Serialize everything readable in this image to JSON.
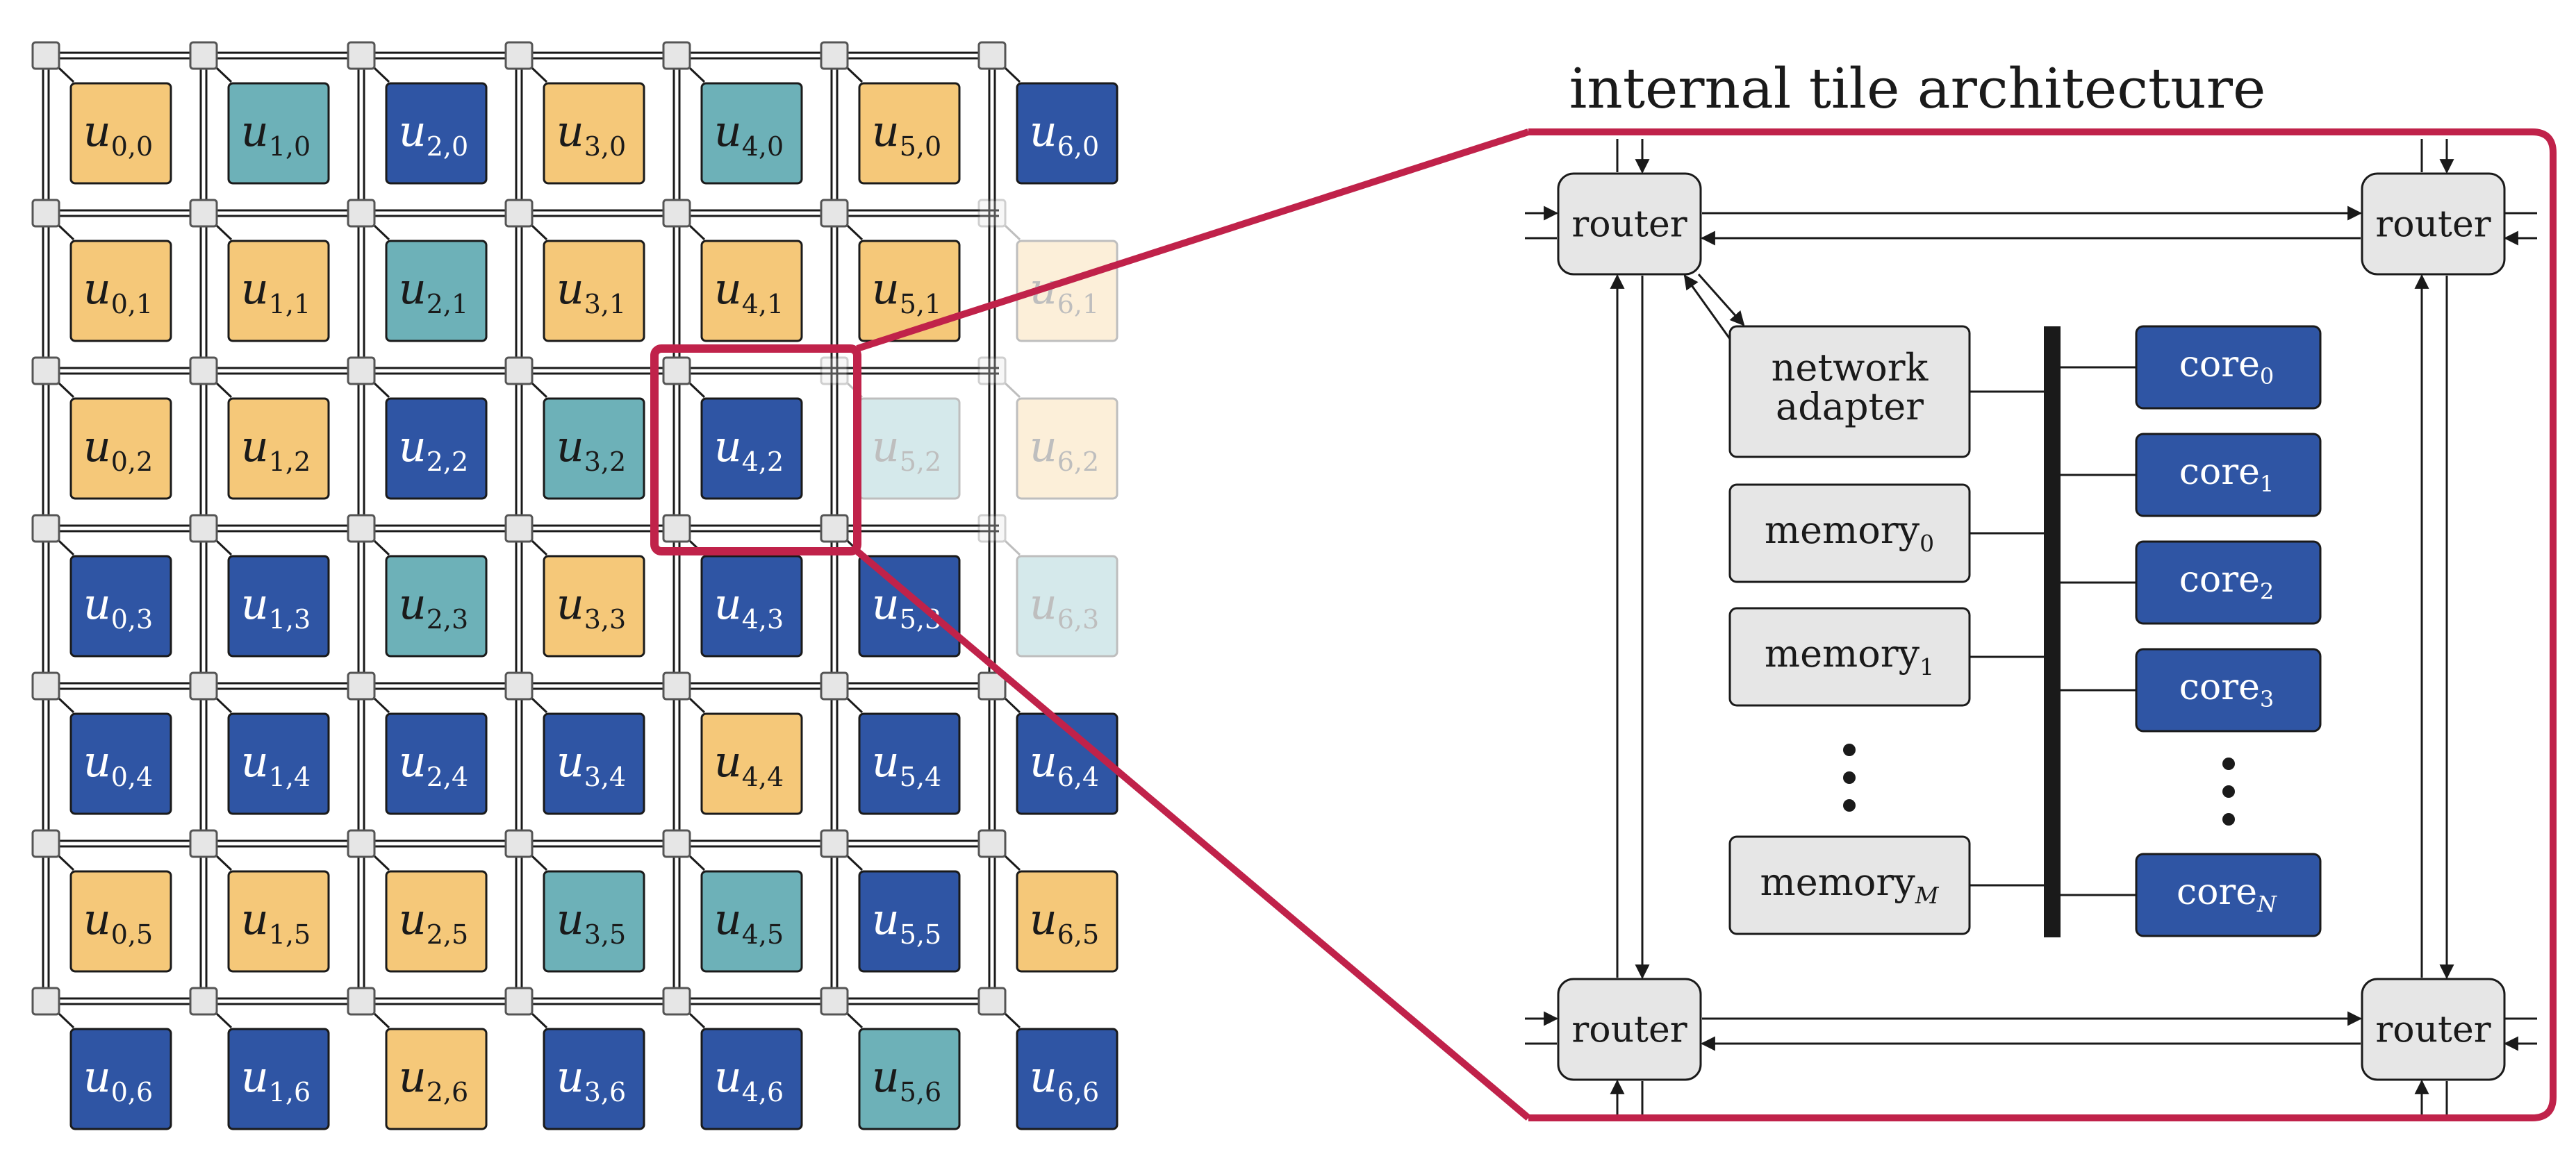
{
  "title": "internal tile architecture",
  "colors": {
    "orange": "#F5C879",
    "teal": "#6DB1B8",
    "blue": "#2F55A4",
    "router_fill": "#E6E6E6",
    "component_fill": "#E6E6E6",
    "highlight": "#C0224A",
    "line": "#1a1a1a"
  },
  "grid": {
    "rows": [
      {
        "cells": [
          {
            "label": "u",
            "sub": "0,0",
            "color": "orange"
          },
          {
            "label": "u",
            "sub": "1,0",
            "color": "teal"
          },
          {
            "label": "u",
            "sub": "2,0",
            "color": "blue"
          },
          {
            "label": "u",
            "sub": "3,0",
            "color": "orange"
          },
          {
            "label": "u",
            "sub": "4,0",
            "color": "teal"
          },
          {
            "label": "u",
            "sub": "5,0",
            "color": "orange"
          },
          {
            "label": "u",
            "sub": "6,0",
            "color": "blue"
          }
        ]
      },
      {
        "cells": [
          {
            "label": "u",
            "sub": "0,1",
            "color": "orange"
          },
          {
            "label": "u",
            "sub": "1,1",
            "color": "orange"
          },
          {
            "label": "u",
            "sub": "2,1",
            "color": "teal"
          },
          {
            "label": "u",
            "sub": "3,1",
            "color": "orange"
          },
          {
            "label": "u",
            "sub": "4,1",
            "color": "orange"
          },
          {
            "label": "u",
            "sub": "5,1",
            "color": "orange"
          },
          {
            "label": "u",
            "sub": "6,1",
            "color": "orange",
            "faded": true
          }
        ]
      },
      {
        "cells": [
          {
            "label": "u",
            "sub": "0,2",
            "color": "orange"
          },
          {
            "label": "u",
            "sub": "1,2",
            "color": "orange"
          },
          {
            "label": "u",
            "sub": "2,2",
            "color": "blue"
          },
          {
            "label": "u",
            "sub": "3,2",
            "color": "teal"
          },
          {
            "label": "u",
            "sub": "4,2",
            "color": "blue"
          },
          {
            "label": "u",
            "sub": "5,2",
            "color": "teal",
            "faded": true
          },
          {
            "label": "u",
            "sub": "6,2",
            "color": "orange",
            "faded": true
          }
        ]
      },
      {
        "cells": [
          {
            "label": "u",
            "sub": "0,3",
            "color": "blue"
          },
          {
            "label": "u",
            "sub": "1,3",
            "color": "blue"
          },
          {
            "label": "u",
            "sub": "2,3",
            "color": "teal"
          },
          {
            "label": "u",
            "sub": "3,3",
            "color": "orange"
          },
          {
            "label": "u",
            "sub": "4,3",
            "color": "blue"
          },
          {
            "label": "u",
            "sub": "5,3",
            "color": "blue"
          },
          {
            "label": "u",
            "sub": "6,3",
            "color": "teal",
            "faded": true
          }
        ]
      },
      {
        "cells": [
          {
            "label": "u",
            "sub": "0,4",
            "color": "blue"
          },
          {
            "label": "u",
            "sub": "1,4",
            "color": "blue"
          },
          {
            "label": "u",
            "sub": "2,4",
            "color": "blue"
          },
          {
            "label": "u",
            "sub": "3,4",
            "color": "blue"
          },
          {
            "label": "u",
            "sub": "4,4",
            "color": "orange"
          },
          {
            "label": "u",
            "sub": "5,4",
            "color": "blue"
          },
          {
            "label": "u",
            "sub": "6,4",
            "color": "blue"
          }
        ]
      },
      {
        "cells": [
          {
            "label": "u",
            "sub": "0,5",
            "color": "orange"
          },
          {
            "label": "u",
            "sub": "1,5",
            "color": "orange"
          },
          {
            "label": "u",
            "sub": "2,5",
            "color": "orange"
          },
          {
            "label": "u",
            "sub": "3,5",
            "color": "teal"
          },
          {
            "label": "u",
            "sub": "4,5",
            "color": "teal"
          },
          {
            "label": "u",
            "sub": "5,5",
            "color": "blue"
          },
          {
            "label": "u",
            "sub": "6,5",
            "color": "orange"
          }
        ]
      },
      {
        "cells": [
          {
            "label": "u",
            "sub": "0,6",
            "color": "blue"
          },
          {
            "label": "u",
            "sub": "1,6",
            "color": "blue"
          },
          {
            "label": "u",
            "sub": "2,6",
            "color": "orange"
          },
          {
            "label": "u",
            "sub": "3,6",
            "color": "blue"
          },
          {
            "label": "u",
            "sub": "4,6",
            "color": "blue"
          },
          {
            "label": "u",
            "sub": "5,6",
            "color": "teal"
          },
          {
            "label": "u",
            "sub": "6,6",
            "color": "blue"
          }
        ]
      }
    ],
    "highlighted": {
      "col": 4,
      "row": 2
    }
  },
  "tile": {
    "routers": [
      "router",
      "router",
      "router",
      "router"
    ],
    "network_adapter": [
      "network",
      "adapter"
    ],
    "memories": [
      {
        "label": "memory",
        "sub": "0"
      },
      {
        "label": "memory",
        "sub": "1"
      },
      {
        "label": "memory",
        "sub": "M",
        "sub_italic": true
      }
    ],
    "cores": [
      {
        "label": "core",
        "sub": "0"
      },
      {
        "label": "core",
        "sub": "1"
      },
      {
        "label": "core",
        "sub": "2"
      },
      {
        "label": "core",
        "sub": "3"
      },
      {
        "label": "core",
        "sub": "N",
        "sub_italic": true
      }
    ]
  }
}
